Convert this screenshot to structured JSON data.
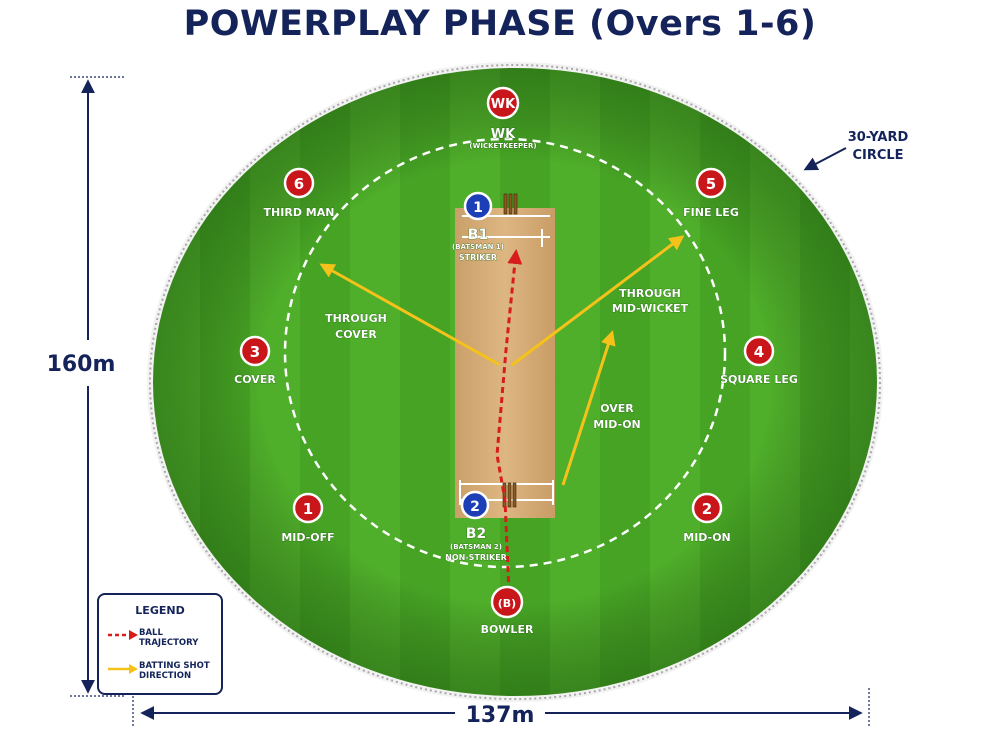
{
  "title": "POWERPLAY PHASE (Overs 1-6)",
  "dimensions": {
    "height": "160m",
    "width": "137m"
  },
  "circle_label": {
    "line1": "30-YARD",
    "line2": "CIRCLE"
  },
  "colors": {
    "field_red": "#c8161b",
    "batsman_blue": "#1c3fb8",
    "navy": "#14245a",
    "grass_light": "#55b22f",
    "grass_dark": "#45a022",
    "pitch": "#d9b07a",
    "ball_trajectory": "#d81b1b",
    "shot_direction": "#f4c21a"
  },
  "fielders": [
    {
      "badge": "WK",
      "name": "WK",
      "sub": "(WICKETKEEPER)"
    },
    {
      "badge": "6",
      "name": "THIRD MAN"
    },
    {
      "badge": "5",
      "name": "FINE LEG"
    },
    {
      "badge": "3",
      "name": "COVER"
    },
    {
      "badge": "4",
      "name": "SQUARE LEG"
    },
    {
      "badge": "1",
      "name": "MID-OFF"
    },
    {
      "badge": "2",
      "name": "MID-ON"
    },
    {
      "badge": "(B)",
      "name": "BOWLER"
    }
  ],
  "batsmen": [
    {
      "badge": "1",
      "code": "B1",
      "sub": "(BATSMAN 1)",
      "role": "STRIKER"
    },
    {
      "badge": "2",
      "code": "B2",
      "sub": "(BATSMAN 2)",
      "role": "NON-STRIKER"
    }
  ],
  "shots": [
    {
      "line1": "THROUGH",
      "line2": "COVER"
    },
    {
      "line1": "THROUGH",
      "line2": "MID-WICKET"
    },
    {
      "line1": "OVER",
      "line2": "MID-ON"
    }
  ],
  "legend": {
    "title": "LEGEND",
    "ball": {
      "line1": "BALL",
      "line2": "TRAJECTORY"
    },
    "shot": {
      "line1": "BATTING SHOT",
      "line2": "DIRECTION"
    }
  }
}
